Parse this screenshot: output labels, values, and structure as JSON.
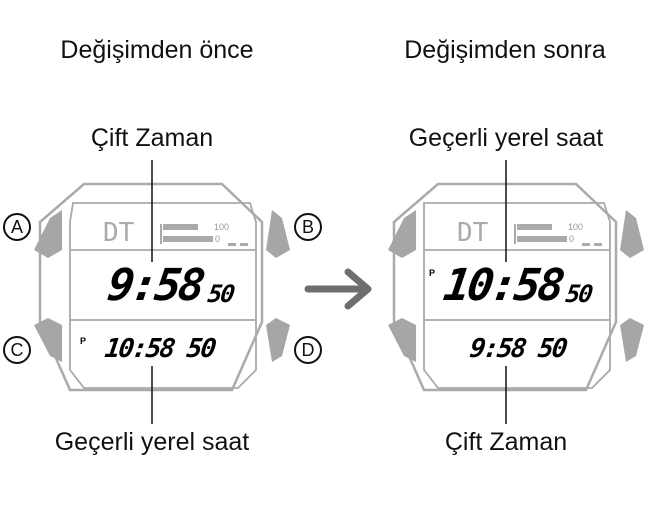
{
  "left": {
    "heading": "Değişimden önce",
    "top_label": "Çift Zaman",
    "bottom_label": "Geçerli yerel saat",
    "mode": "DT",
    "main_time": "9:58",
    "main_seconds": "50",
    "main_pm": "",
    "sub_pm": "P",
    "sub_time": "10:58 50",
    "scale_high": "100",
    "scale_low": "0"
  },
  "right": {
    "heading": "Değişimden sonra",
    "top_label": "Geçerli yerel saat",
    "bottom_label": "Çift Zaman",
    "mode": "DT",
    "main_time": "10:58",
    "main_seconds": "50",
    "main_pm": "P",
    "sub_pm": "",
    "sub_time": "9:58 50",
    "scale_high": "100",
    "scale_low": "0"
  },
  "buttons": {
    "a": "A",
    "b": "B",
    "c": "C",
    "d": "D"
  },
  "colors": {
    "case": "#aaaaaa",
    "button": "#a6a6a6",
    "arrow": "#6e6e6e"
  }
}
